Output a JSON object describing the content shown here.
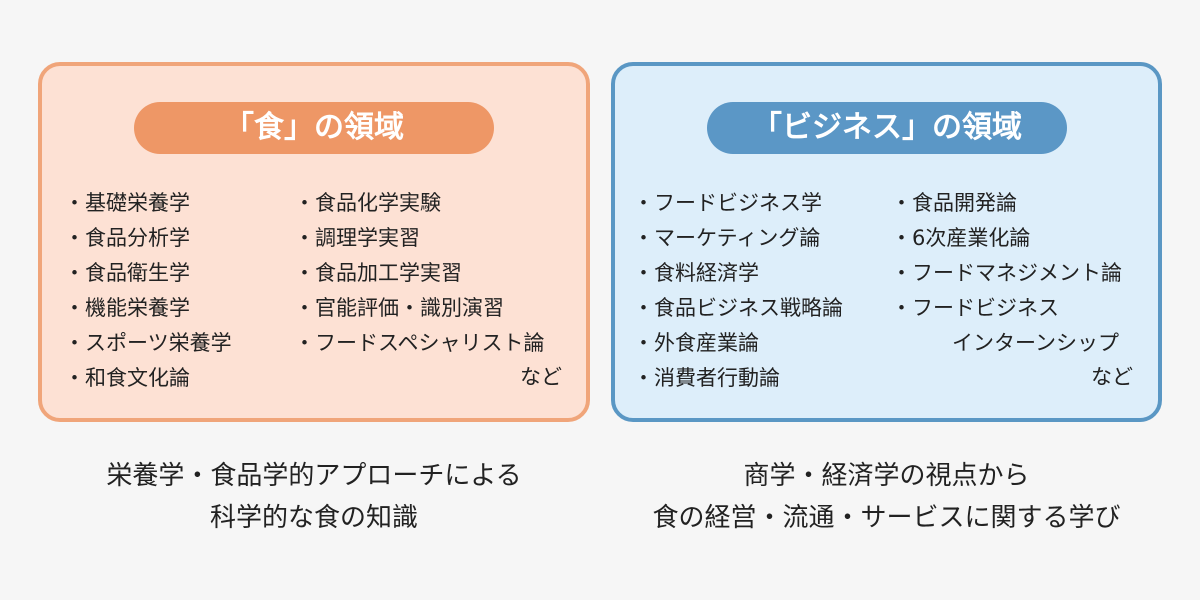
{
  "food": {
    "title": "「食」の領域",
    "col1": [
      "基礎栄養学",
      "食品分析学",
      "食品衛生学",
      "機能栄養学",
      "スポーツ栄養学",
      "和食文化論"
    ],
    "col2": [
      "食品化学実験",
      "調理学実習",
      "食品加工学実習",
      "官能評価・識別演習",
      "フードスペシャリスト論"
    ],
    "etc": "など",
    "caption_line1": "栄養学・食品学的アプローチによる",
    "caption_line2": "科学的な食の知識"
  },
  "business": {
    "title": "「ビジネス」の領域",
    "col1": [
      "フードビジネス学",
      "マーケティング論",
      "食料経済学",
      "食品ビジネス戦略論",
      "外食産業論",
      "消費者行動論"
    ],
    "col2": [
      "食品開発論",
      "6次産業化論",
      "フードマネジメント論",
      "フードビジネス"
    ],
    "col2_continuation": "インターンシップ",
    "etc": "など",
    "caption_line1": "商学・経済学の視点から",
    "caption_line2": "食の経営・流通・サービスに関する学び"
  },
  "colors": {
    "food_fill": "#fde1d4",
    "food_border": "#f0a57a",
    "food_pill": "#ee9766",
    "business_fill": "#ddeefa",
    "business_border": "#5a97c4",
    "business_pill": "#5b97c6"
  }
}
